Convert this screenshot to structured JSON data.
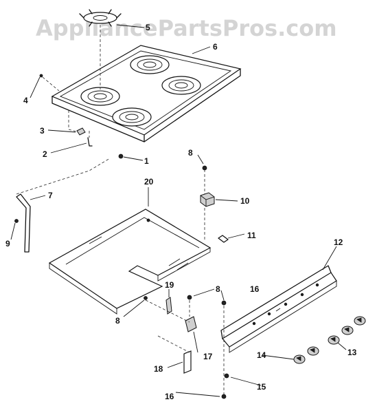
{
  "watermark": "AppliancePartsPros.com",
  "callouts": {
    "c1": "1",
    "c2": "2",
    "c3": "3",
    "c4": "4",
    "c5": "5",
    "c6": "6",
    "c7": "7",
    "c8a": "8",
    "c8b": "8",
    "c8c": "8",
    "c9": "9",
    "c10": "10",
    "c11": "11",
    "c12": "12",
    "c13": "13",
    "c14": "14",
    "c15": "15",
    "c16a": "16",
    "c16b": "16",
    "c17": "17",
    "c18": "18",
    "c19": "19",
    "c20": "20"
  }
}
